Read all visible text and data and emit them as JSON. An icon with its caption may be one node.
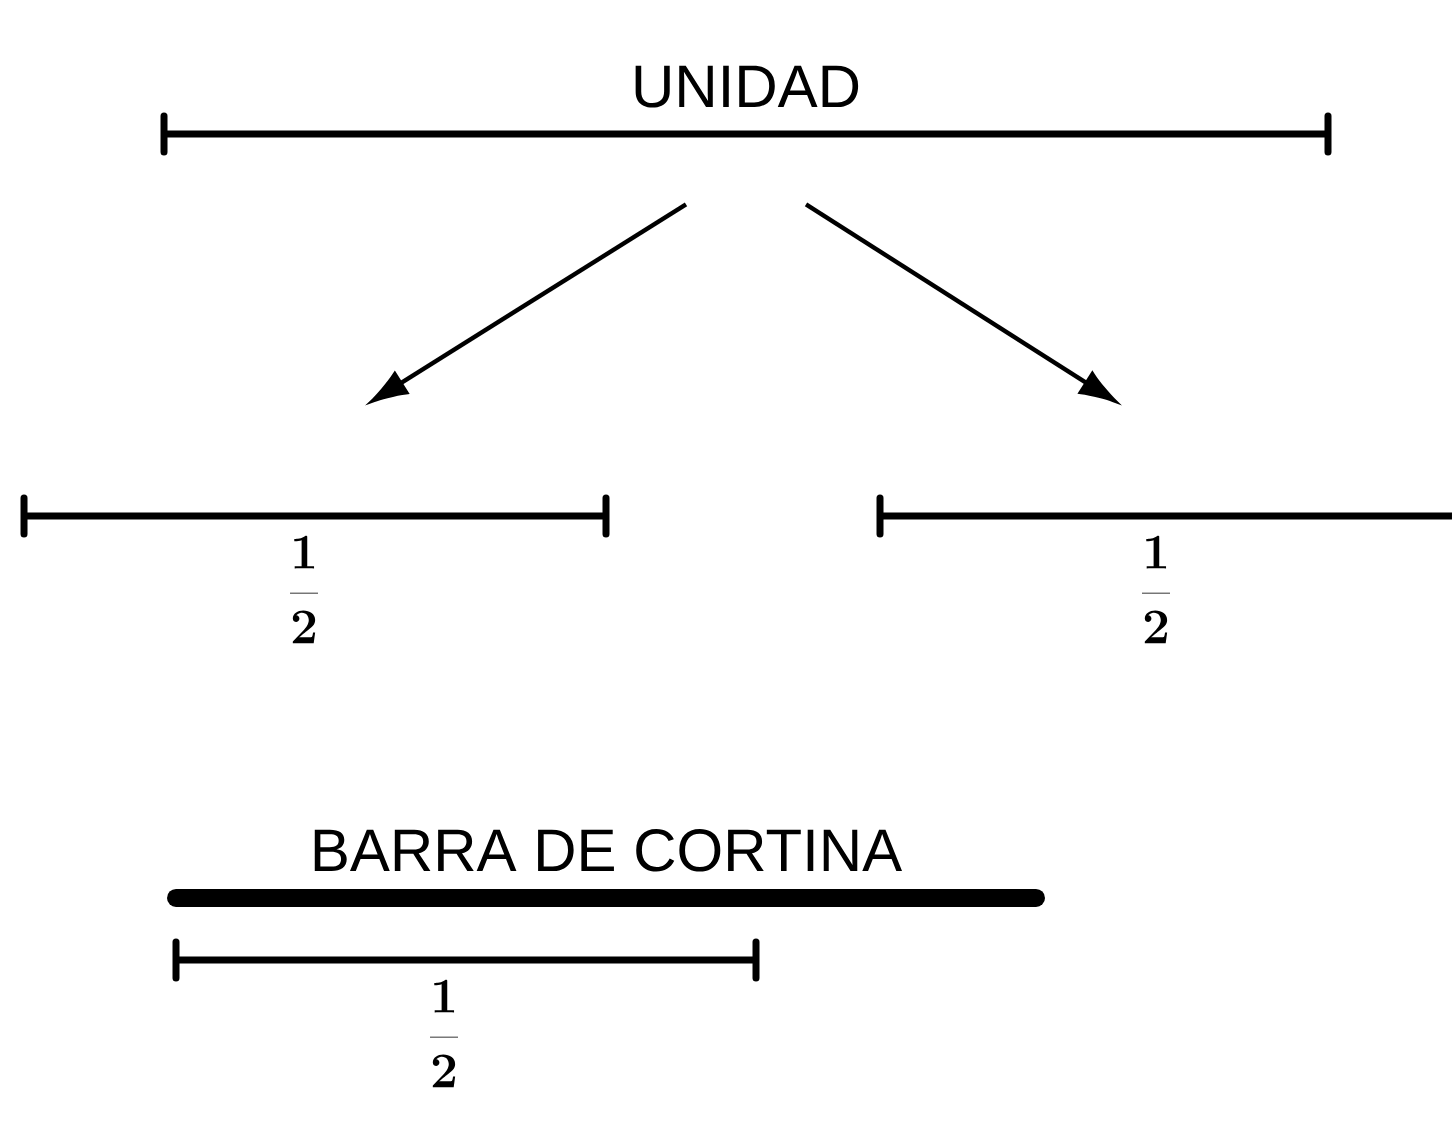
{
  "diagram": {
    "nodes": [
      {
        "text": [
          "UNIDAD"
        ]
      },
      {
        "text": [
          "\\frac{1}{2}"
        ]
      },
      {
        "text": [
          "\\frac{1}{2}"
        ]
      },
      {
        "text": [
          "BARRA DE CORTINA"
        ]
      },
      {
        "text": [
          "\\frac{1}{2}"
        ]
      }
    ],
    "edges": [
      {
        "from": 0,
        "to": 1,
        "arrow": "to"
      },
      {
        "from": 0,
        "to": 2,
        "arrow": "to"
      }
    ]
  }
}
